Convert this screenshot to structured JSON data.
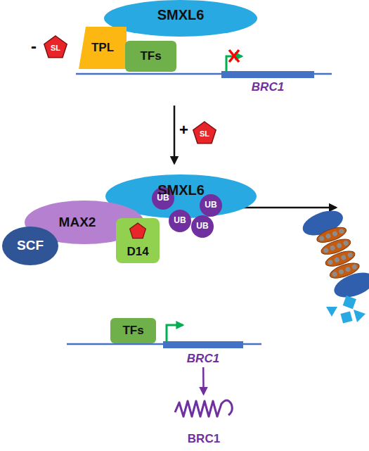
{
  "diagram": {
    "nodes": [
      {
        "text": [
          "SMXL6"
        ]
      },
      {
        "text": [
          "TPL"
        ]
      },
      {
        "text": [
          "TFs"
        ]
      },
      {
        "text": [
          "BRC1"
        ]
      },
      {
        "text": [
          "SL"
        ]
      },
      {
        "text": [
          "SL"
        ]
      },
      {
        "text": [
          "SMXL6"
        ]
      },
      {
        "text": [
          "MAX2"
        ]
      },
      {
        "text": [
          "SCF"
        ]
      },
      {
        "text": [
          "D14"
        ]
      },
      {
        "text": [
          "UB"
        ]
      },
      {
        "text": [
          "UB"
        ]
      },
      {
        "text": [
          "UB"
        ]
      },
      {
        "text": [
          "UB"
        ]
      },
      {
        "text": [
          "TFs"
        ]
      },
      {
        "text": [
          "BRC1"
        ]
      },
      {
        "text": [
          "BRC1"
        ]
      }
    ],
    "edges": [
      {
        "from": 15,
        "to": 16,
        "arrow": "to"
      }
    ],
    "labels": [
      "-",
      "+"
    ]
  }
}
